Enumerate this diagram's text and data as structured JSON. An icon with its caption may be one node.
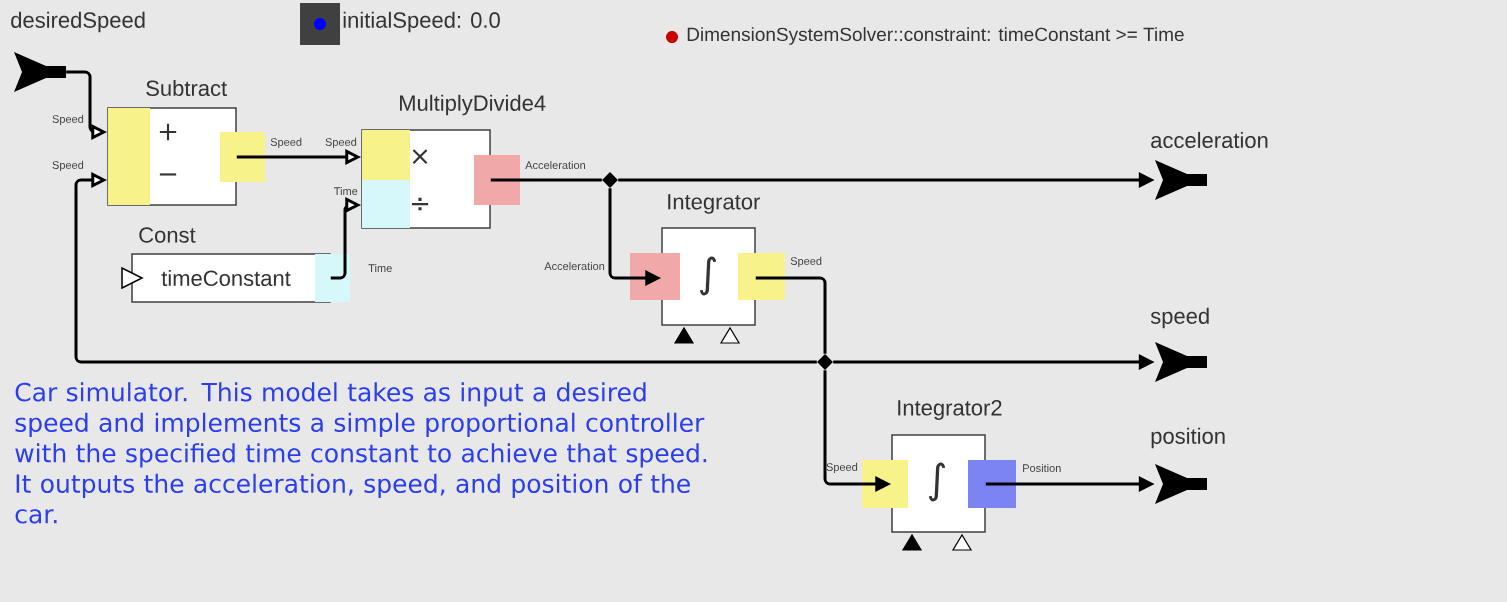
{
  "diagram": {
    "nodes": [
      {
        "text": [
          "desiredSpeed"
        ]
      },
      {
        "text": [
          "Subtract",
          "+",
          "−"
        ],
        "beside": [
          "Speed",
          "Speed",
          "Speed"
        ]
      },
      {
        "text": [
          "MultiplyDivide4",
          "×",
          "÷"
        ],
        "beside": [
          "Speed",
          "Time",
          "Acceleration"
        ]
      },
      {
        "text": [
          "Const",
          "timeConstant"
        ],
        "beside": [
          "Time"
        ]
      },
      {
        "text": [
          "Integrator",
          "∫"
        ],
        "beside": [
          "Acceleration",
          "Speed"
        ]
      },
      {
        "text": [
          "Integrator2",
          "∫"
        ],
        "beside": [
          "Speed",
          "Position"
        ]
      },
      {
        "text": [
          "acceleration"
        ]
      },
      {
        "text": [
          "speed"
        ]
      },
      {
        "text": [
          "position"
        ]
      },
      {
        "text": [],
        "shape": "diamond"
      },
      {
        "text": [],
        "shape": "diamond"
      }
    ],
    "edges": [
      {
        "from": 0,
        "to": 1,
        "arrow": "to"
      },
      {
        "from": 10,
        "to": 1,
        "arrow": "to"
      },
      {
        "from": 1,
        "to": 2,
        "arrow": "to"
      },
      {
        "from": 3,
        "to": 2,
        "arrow": "to"
      },
      {
        "from": 2,
        "to": 9,
        "arrow": "none"
      },
      {
        "from": 9,
        "to": 6,
        "arrow": "to"
      },
      {
        "from": 9,
        "to": 4,
        "arrow": "to"
      },
      {
        "from": 4,
        "to": 10,
        "arrow": "none"
      },
      {
        "from": 10,
        "to": 7,
        "arrow": "to"
      },
      {
        "from": 10,
        "to": 5,
        "arrow": "to"
      },
      {
        "from": 5,
        "to": 8,
        "arrow": "to"
      }
    ],
    "labels": [
      "initialSpeed: 0.0",
      "DimensionSystemSolver::constraint: timeConstant >= Time",
      "Car simulator. This model takes as input a desired speed and implements a simple proportional controller with the specified time constant to achieve that speed. It outputs the acceleration, speed, and position of the car."
    ]
  }
}
